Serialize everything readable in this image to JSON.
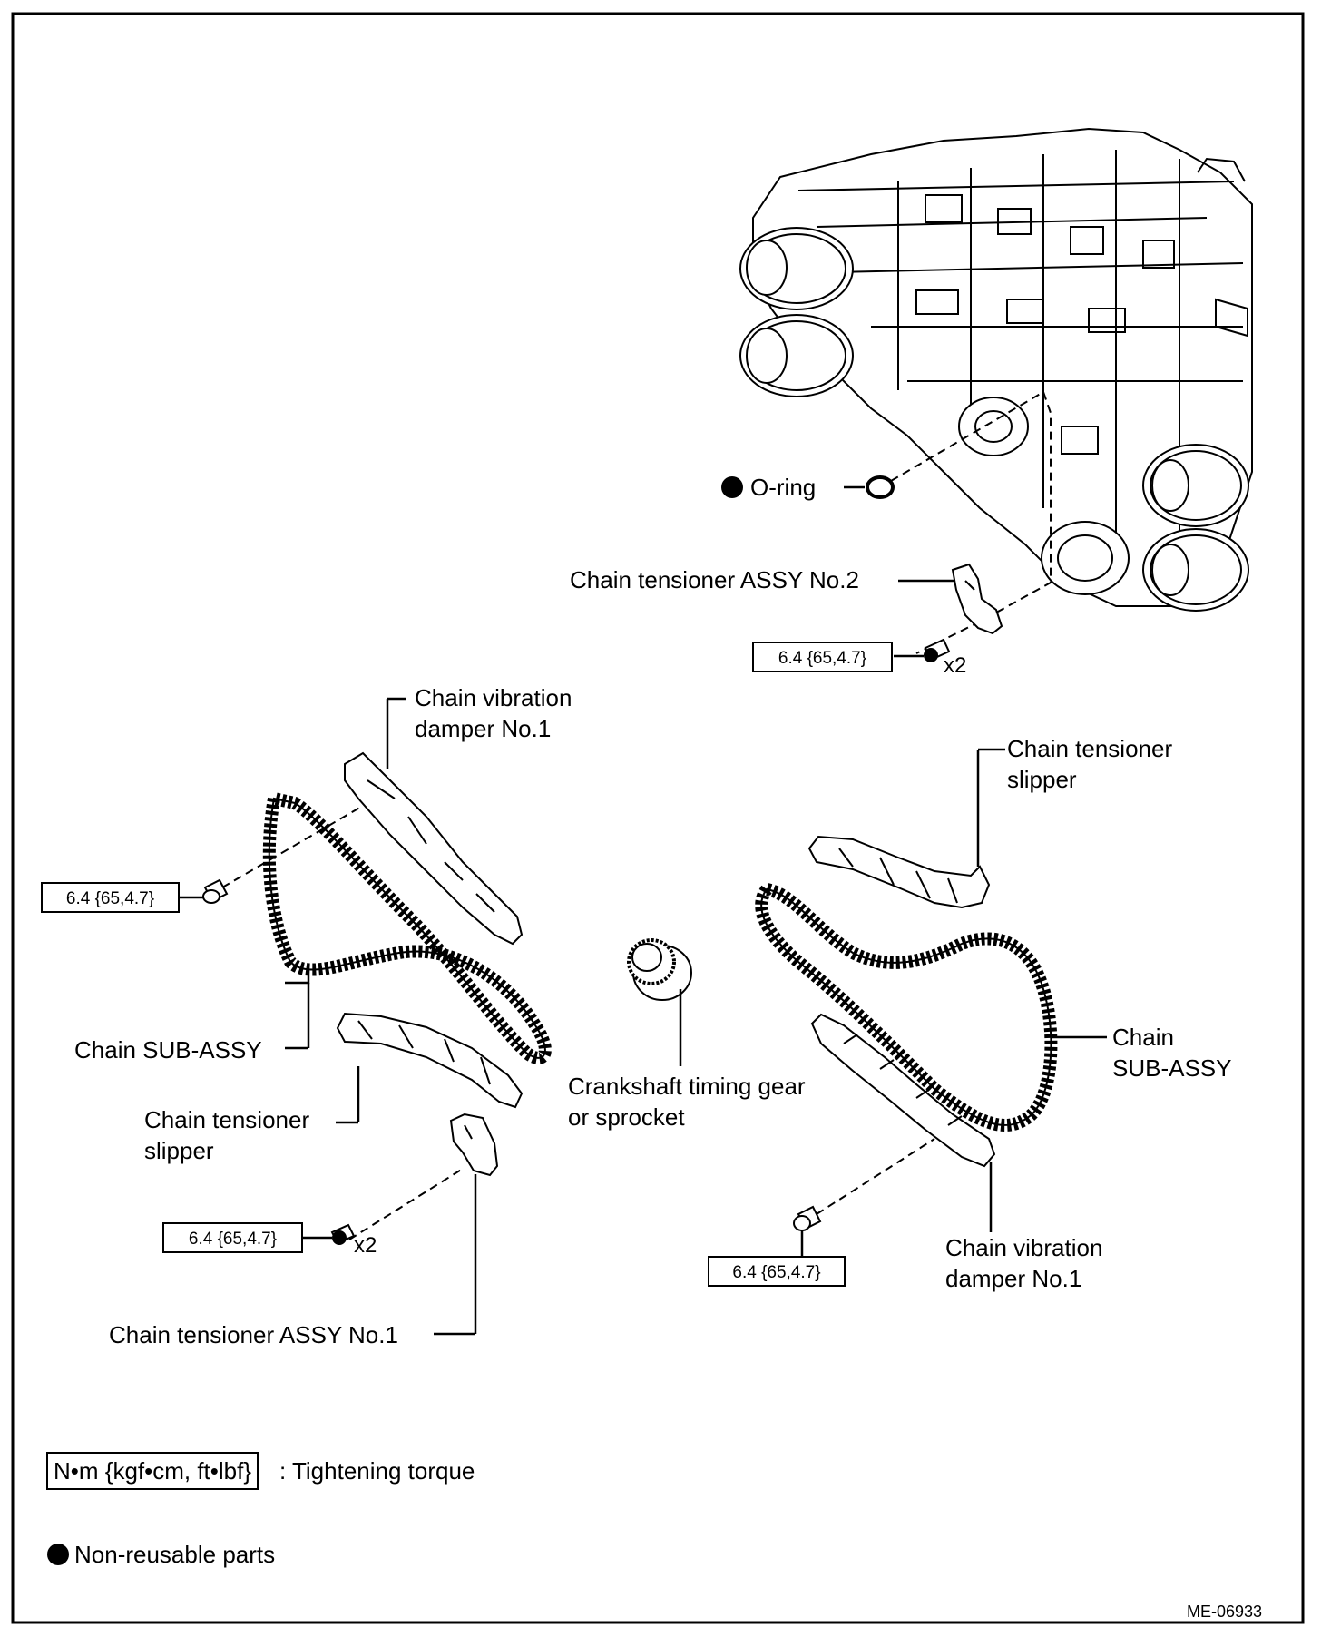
{
  "labels": {
    "o_ring": "O-ring",
    "tensioner_no2": "Chain tensioner ASSY No.2",
    "damper_left": "Chain vibration\ndamper No.1",
    "slipper_right": "Chain tensioner\nslipper",
    "chain_left": "Chain SUB-ASSY",
    "slipper_left": "Chain tensioner\nslipper",
    "crank_gear": "Crankshaft timing gear\nor sprocket",
    "chain_right": "Chain\nSUB-ASSY",
    "damper_right": "Chain vibration\ndamper No.1",
    "tensioner_no1": "Chain tensioner ASSY No.1"
  },
  "torque": {
    "top": "6.4 {65,4.7}",
    "left": "6.4 {65,4.7}",
    "bottom_left": "6.4 {65,4.7}",
    "bottom_right": "6.4 {65,4.7}"
  },
  "quantities": {
    "top": "x2",
    "bottom_left": "x2"
  },
  "legend": {
    "unit_box": "N•m {kgf•cm, ft•lbf}",
    "unit_desc": ": Tightening torque",
    "non_reusable": "Non-reusable parts"
  },
  "figure_id": "ME-06933"
}
